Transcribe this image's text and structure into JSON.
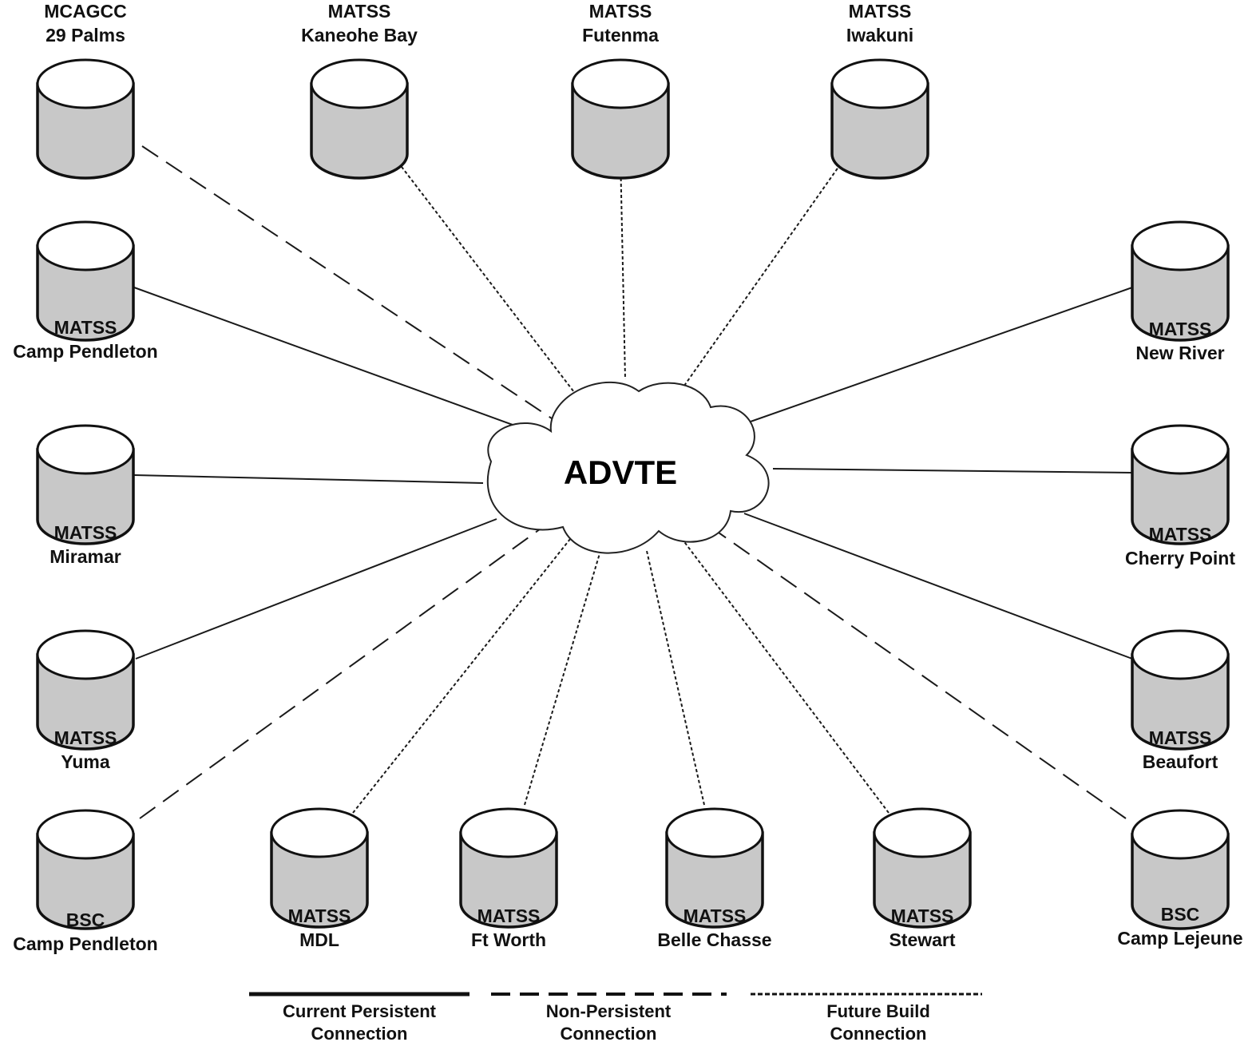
{
  "hub": {
    "label": "ADVTE"
  },
  "nodes": [
    {
      "id": "mcagcc-29-palms",
      "name": [
        "MCAGCC",
        "29 Palms"
      ],
      "connection": "non-persistent"
    },
    {
      "id": "matss-kaneohe-bay",
      "name": [
        "MATSS",
        "Kaneohe Bay"
      ],
      "connection": "future-build"
    },
    {
      "id": "matss-futenma",
      "name": [
        "MATSS",
        "Futenma"
      ],
      "connection": "future-build"
    },
    {
      "id": "matss-iwakuni",
      "name": [
        "MATSS",
        "Iwakuni"
      ],
      "connection": "future-build"
    },
    {
      "id": "matss-camp-pendleton",
      "name": [
        "MATSS",
        "Camp Pendleton"
      ],
      "connection": "current-persistent"
    },
    {
      "id": "matss-new-river",
      "name": [
        "MATSS",
        "New River"
      ],
      "connection": "current-persistent"
    },
    {
      "id": "matss-miramar",
      "name": [
        "MATSS",
        "Miramar"
      ],
      "connection": "current-persistent"
    },
    {
      "id": "matss-cherry-point",
      "name": [
        "MATSS",
        "Cherry Point"
      ],
      "connection": "current-persistent"
    },
    {
      "id": "matss-yuma",
      "name": [
        "MATSS",
        "Yuma"
      ],
      "connection": "current-persistent"
    },
    {
      "id": "matss-beaufort",
      "name": [
        "MATSS",
        "Beaufort"
      ],
      "connection": "current-persistent"
    },
    {
      "id": "bsc-camp-pendleton",
      "name": [
        "BSC",
        "Camp Pendleton"
      ],
      "connection": "non-persistent"
    },
    {
      "id": "matss-mdl",
      "name": [
        "MATSS",
        "MDL"
      ],
      "connection": "future-build"
    },
    {
      "id": "matss-ft-worth",
      "name": [
        "MATSS",
        "Ft Worth"
      ],
      "connection": "future-build"
    },
    {
      "id": "matss-belle-chasse",
      "name": [
        "MATSS",
        "Belle Chasse"
      ],
      "connection": "future-build"
    },
    {
      "id": "matss-stewart",
      "name": [
        "MATSS",
        "Stewart"
      ],
      "connection": "future-build"
    },
    {
      "id": "bsc-camp-lejeune",
      "name": [
        "BSC",
        "Camp Lejeune"
      ],
      "connection": "non-persistent"
    }
  ],
  "legend": [
    {
      "style": "current-persistent",
      "label": [
        "Current Persistent",
        "Connection"
      ]
    },
    {
      "style": "non-persistent",
      "label": [
        "Non-Persistent",
        "Connection"
      ]
    },
    {
      "style": "future-build",
      "label": [
        "Future Build",
        "Connection"
      ]
    }
  ]
}
